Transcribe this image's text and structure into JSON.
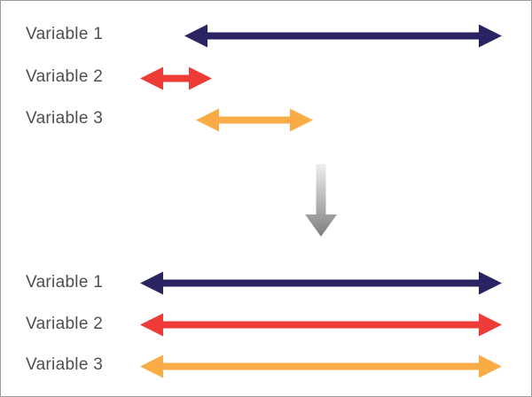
{
  "diagram": {
    "before": {
      "rows": [
        {
          "label": "Variable 1",
          "color_name": "navy"
        },
        {
          "label": "Variable 2",
          "color_name": "red"
        },
        {
          "label": "Variable 3",
          "color_name": "orange"
        }
      ]
    },
    "after": {
      "rows": [
        {
          "label": "Variable 1",
          "color_name": "navy"
        },
        {
          "label": "Variable 2",
          "color_name": "red"
        },
        {
          "label": "Variable 3",
          "color_name": "orange"
        }
      ]
    },
    "transform_icon": "down-arrow-icon"
  },
  "colors": {
    "background": "#ffffff",
    "canvas_border": "#9c9c9c",
    "label_text": "#4d4e50",
    "navy": "#2a2562",
    "red": "#ee3b37",
    "orange": "#f9ac46",
    "arrow_gray_start": "#eeeeee",
    "arrow_gray_end": "#7f7f7f"
  }
}
